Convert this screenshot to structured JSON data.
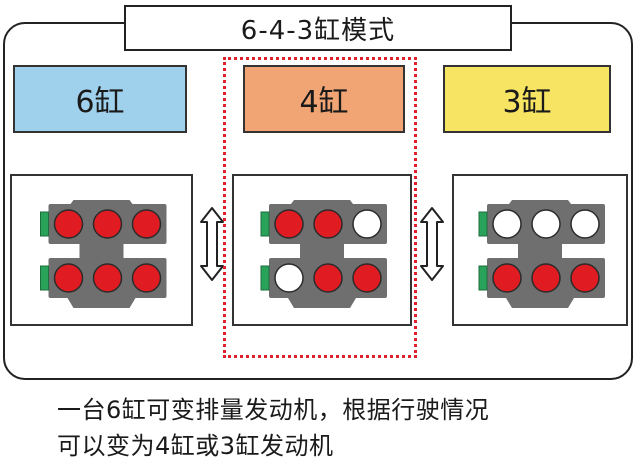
{
  "title": "6-4-3缸模式",
  "colors": {
    "mode_6": "#9fd0ec",
    "mode_4": "#f2a574",
    "mode_3": "#f7e463",
    "active_cylinder": "#e11b22",
    "inactive_cylinder": "#ffffff",
    "engine_block": "#6f6f6f",
    "sensor_strip": "#2aa35a",
    "highlight_border": "#e0202a"
  },
  "modes": [
    {
      "label": "6缸",
      "color_key": "mode_6",
      "banks": [
        [
          true,
          true,
          true
        ],
        [
          true,
          true,
          true
        ]
      ]
    },
    {
      "label": "4缸",
      "color_key": "mode_4",
      "banks": [
        [
          true,
          true,
          false
        ],
        [
          false,
          true,
          true
        ]
      ]
    },
    {
      "label": "3缸",
      "color_key": "mode_3",
      "banks": [
        [
          false,
          false,
          false
        ],
        [
          true,
          true,
          true
        ]
      ]
    }
  ],
  "caption": {
    "line1": "一台6缸可变排量发动机，根据行驶情况",
    "line2": "可以变为4缸或3缸发动机"
  },
  "icons": {
    "arrow": "double-arrow-icon",
    "cylinder": "cylinder-icon"
  }
}
